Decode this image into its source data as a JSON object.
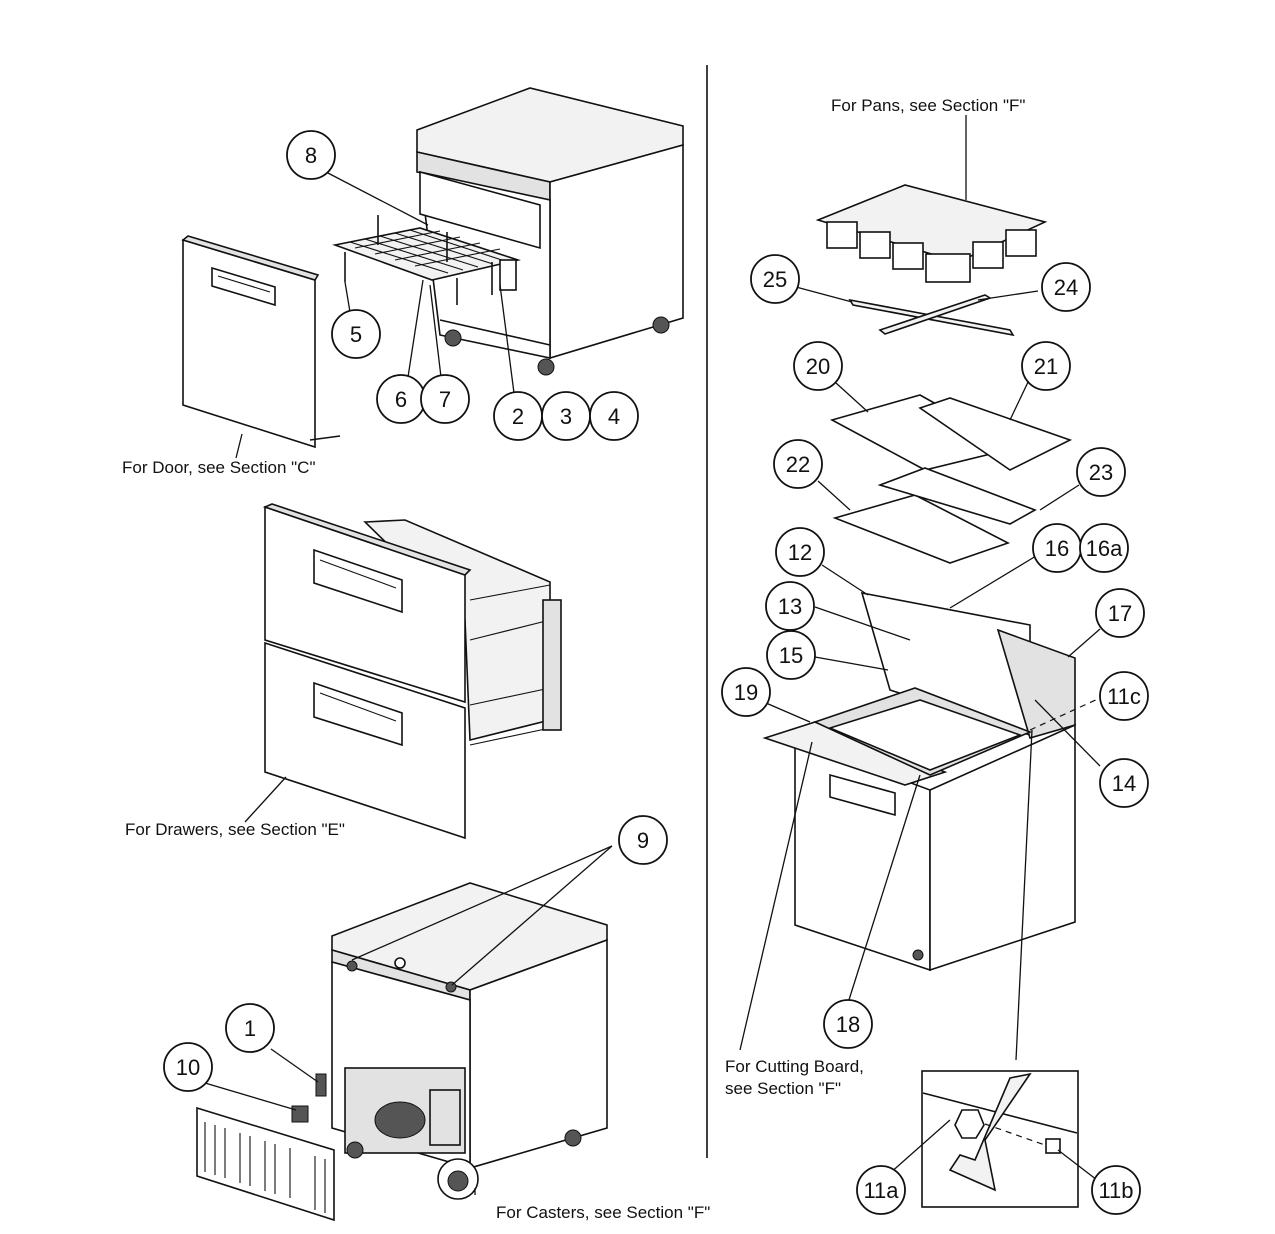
{
  "diagram": {
    "callouts": [
      {
        "id": "c1",
        "label": "1"
      },
      {
        "id": "c2",
        "label": "2"
      },
      {
        "id": "c3",
        "label": "3"
      },
      {
        "id": "c4",
        "label": "4"
      },
      {
        "id": "c5",
        "label": "5"
      },
      {
        "id": "c6",
        "label": "6"
      },
      {
        "id": "c7",
        "label": "7"
      },
      {
        "id": "c8",
        "label": "8"
      },
      {
        "id": "c9",
        "label": "9"
      },
      {
        "id": "c10",
        "label": "10"
      },
      {
        "id": "c11a",
        "label": "11a"
      },
      {
        "id": "c11b",
        "label": "11b"
      },
      {
        "id": "c11c",
        "label": "11c"
      },
      {
        "id": "c12",
        "label": "12"
      },
      {
        "id": "c13",
        "label": "13"
      },
      {
        "id": "c14",
        "label": "14"
      },
      {
        "id": "c15",
        "label": "15"
      },
      {
        "id": "c16",
        "label": "16"
      },
      {
        "id": "c16a",
        "label": "16a"
      },
      {
        "id": "c17",
        "label": "17"
      },
      {
        "id": "c18",
        "label": "18"
      },
      {
        "id": "c19",
        "label": "19"
      },
      {
        "id": "c20",
        "label": "20"
      },
      {
        "id": "c21",
        "label": "21"
      },
      {
        "id": "c22",
        "label": "22"
      },
      {
        "id": "c23",
        "label": "23"
      },
      {
        "id": "c24",
        "label": "24"
      },
      {
        "id": "c25",
        "label": "25"
      }
    ],
    "notes": {
      "door": "For Door, see Section \"C\"",
      "drawers": "For Drawers, see Section \"E\"",
      "casters": "For Casters, see Section \"F\"",
      "pans": "For Pans, see Section \"F\"",
      "cutting_board_line1": "For Cutting Board,",
      "cutting_board_line2": "see Section \"F\""
    }
  }
}
